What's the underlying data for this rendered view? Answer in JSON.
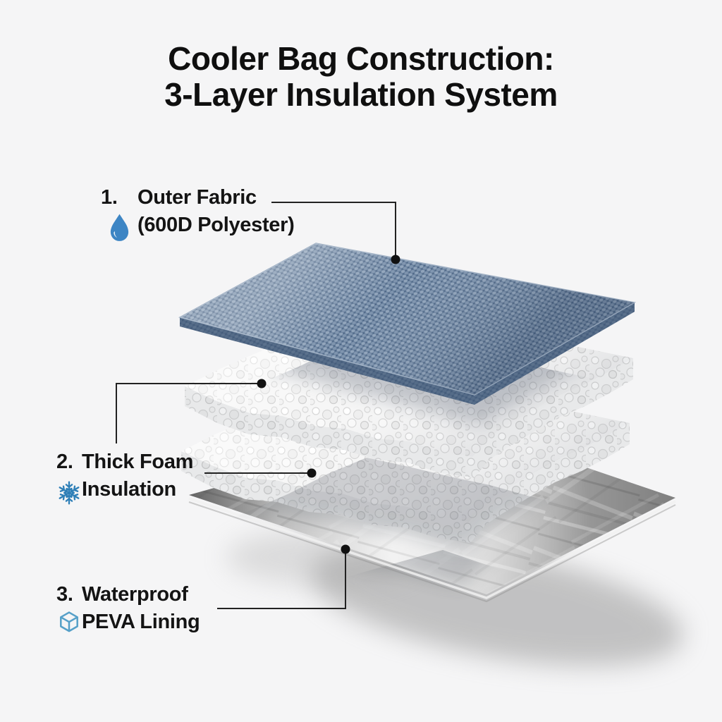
{
  "background_color": "#f5f5f6",
  "title": {
    "line1": "Cooler Bag Construction:",
    "line2": "3-Layer Insulation System",
    "color": "#0f0f0f"
  },
  "labels": [
    {
      "number": "1.",
      "line1": "Outer Fabric",
      "line2": "(600D Polyester)",
      "icon": "water-drop-icon",
      "icon_color": "#3d85c4"
    },
    {
      "number": "2.",
      "line1": "Thick Foam",
      "line2": "Insulation",
      "icon": "snowflake-icon",
      "icon_color": "#2e7fb7"
    },
    {
      "number": "3.",
      "line1": "Waterproof",
      "line2": "PEVA Lining",
      "icon": "cube-outline-icon",
      "icon_color": "#56a0c8"
    }
  ],
  "layers": [
    {
      "name": "Outer Fabric (600D Polyester)",
      "base_color": "#637b99"
    },
    {
      "name": "Thick Foam Insulation - upper sheet",
      "base_color": "#f6f6f6"
    },
    {
      "name": "Thick Foam Insulation - lower sheet",
      "base_color": "#f6f6f6"
    },
    {
      "name": "Waterproof PEVA Lining",
      "base_color": "#bdbdbd"
    }
  ],
  "leader": {
    "color": "#222222"
  }
}
